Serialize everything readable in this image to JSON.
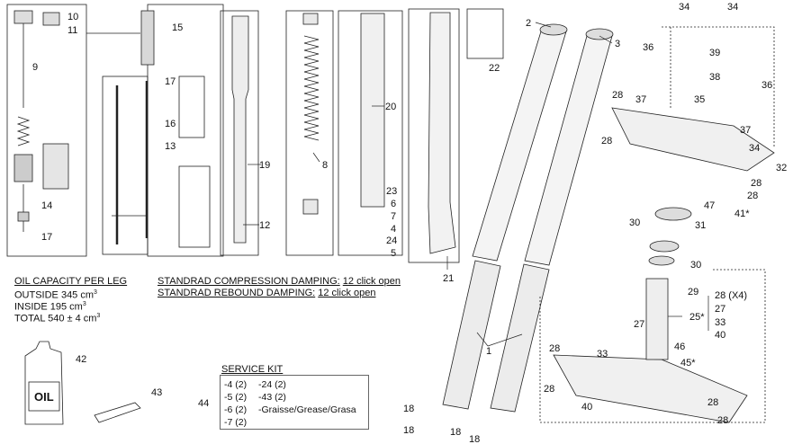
{
  "callouts": [
    "1",
    "2",
    "3",
    "4",
    "5",
    "6",
    "7",
    "8",
    "9",
    "10",
    "11",
    "12",
    "13",
    "14",
    "15",
    "16",
    "17",
    "18",
    "19",
    "20",
    "21",
    "22",
    "23",
    "24",
    "25*",
    "27",
    "28",
    "29",
    "30",
    "31",
    "32",
    "33",
    "34",
    "35",
    "36",
    "37",
    "38",
    "39",
    "40",
    "41*",
    "42",
    "43",
    "44",
    "45*",
    "46",
    "47"
  ],
  "oil": {
    "heading": "OIL CAPACITY PER LEG",
    "outside": "OUTSIDE 345 cm",
    "inside": "INSIDE 195 cm",
    "total": "TOTAL 540 ± 4 cm",
    "sup": "3"
  },
  "damping": {
    "comp_label": "STANDRAD COMPRESSION DAMPING:",
    "comp_value": "12 click open",
    "reb_label": "STANDRAD REBOUND DAMPING:",
    "reb_value": "12 click open"
  },
  "service_kit": {
    "title": "SERVICE KIT",
    "ref": "44",
    "col1": [
      "-4 (2)",
      "-5 (2)",
      "-6 (2)",
      "-7 (2)"
    ],
    "col2": [
      "-24 (2)",
      "-43 (2)",
      "-Graisse/Grease/Grasa"
    ]
  },
  "product_labels": {
    "oil_bottle": "OIL"
  },
  "bolt_list": [
    "28 (X4)",
    "27",
    "33",
    "40"
  ]
}
